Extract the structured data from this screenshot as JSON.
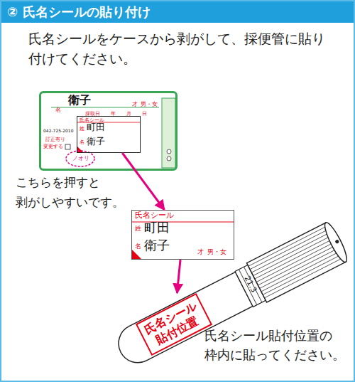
{
  "diagram": {
    "title": "② 氏名シールの貼り付け",
    "nodes": [
      {
        "text": [
          "衛子",
          "名",
          "採取日",
          "年",
          "月",
          "日",
          "才",
          "男・女",
          "042-725-2010",
          "訂正有り",
          "変更する"
        ]
      },
      {
        "text": [
          "氏名シール",
          "姓",
          "町田",
          "名",
          "衛子"
        ],
        "in": 0
      },
      {
        "text": [
          "氏名シール",
          "姓",
          "町田",
          "名",
          "衛子",
          "才",
          "男・女"
        ]
      },
      {
        "text": [
          "氏名シール 貼付位置"
        ]
      }
    ],
    "edges": [
      {
        "from": 1,
        "to": 2,
        "arrow": "to"
      },
      {
        "from": 2,
        "to": 3,
        "arrow": "to"
      }
    ],
    "labels": [
      "氏名シールをケースから剥がして、採便管に貼り付けてください。",
      "ノオリ",
      "こちらを押すと 剥がしやすいです。",
      "21.3",
      "氏名シール貼付位置の 枠内に貼ってください。"
    ]
  }
}
